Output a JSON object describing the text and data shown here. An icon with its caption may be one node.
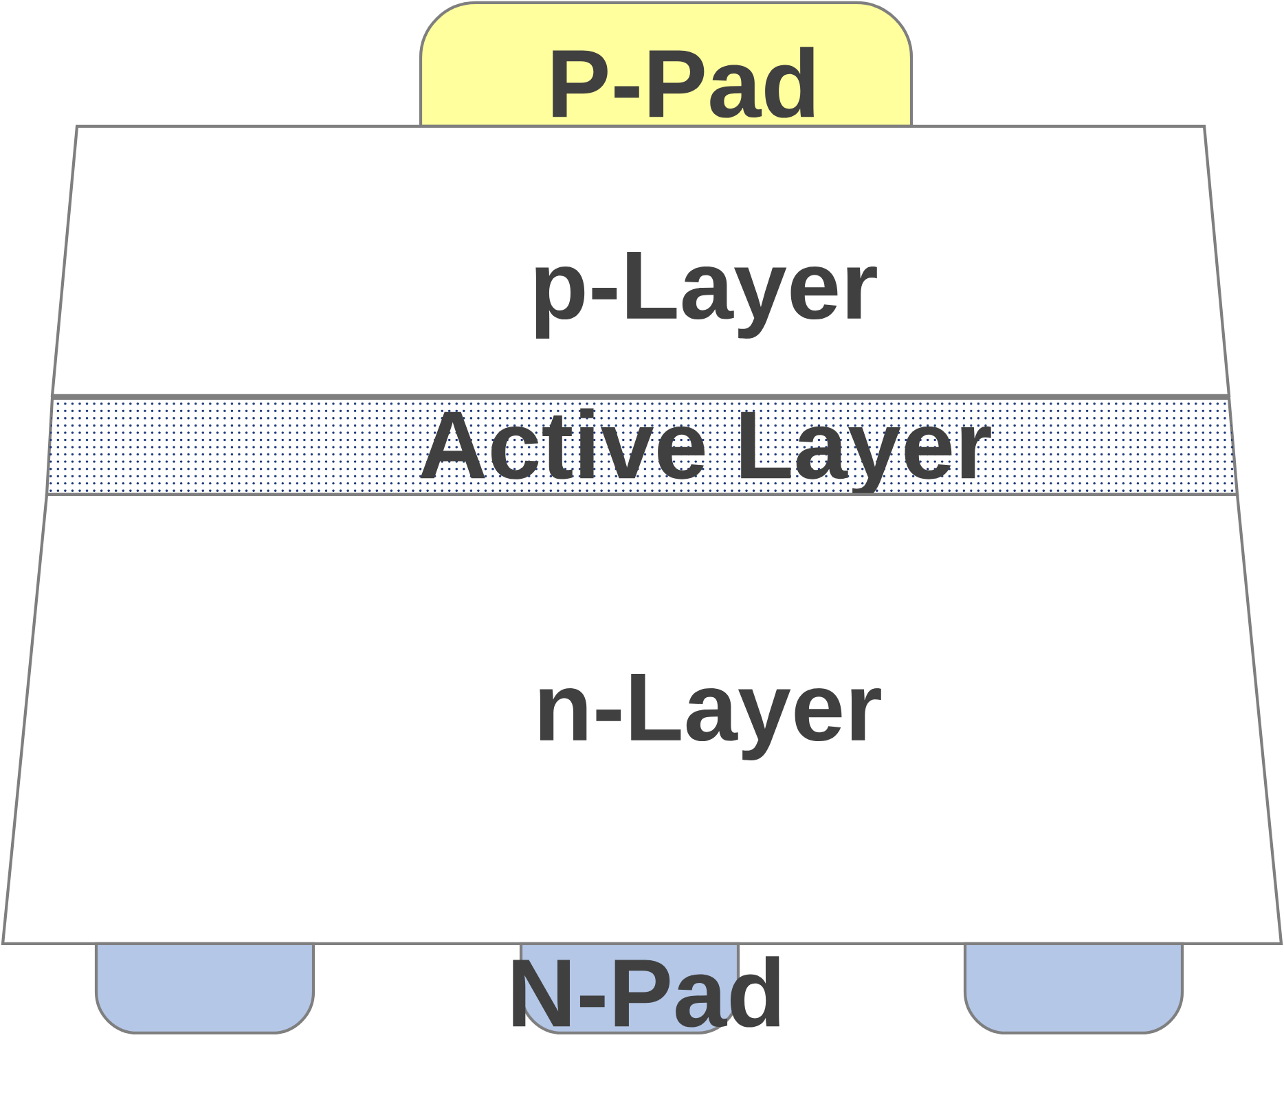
{
  "diagram": {
    "nodes": [
      {
        "text": [
          "P-Pad"
        ]
      },
      {
        "text": [
          "p-Layer"
        ]
      },
      {
        "text": [
          "Active Layer"
        ]
      },
      {
        "text": [
          "n-Layer"
        ]
      },
      {
        "text": [],
        "shape": "box"
      },
      {
        "text": [
          "N-Pad"
        ]
      },
      {
        "text": [],
        "shape": "box"
      }
    ]
  }
}
